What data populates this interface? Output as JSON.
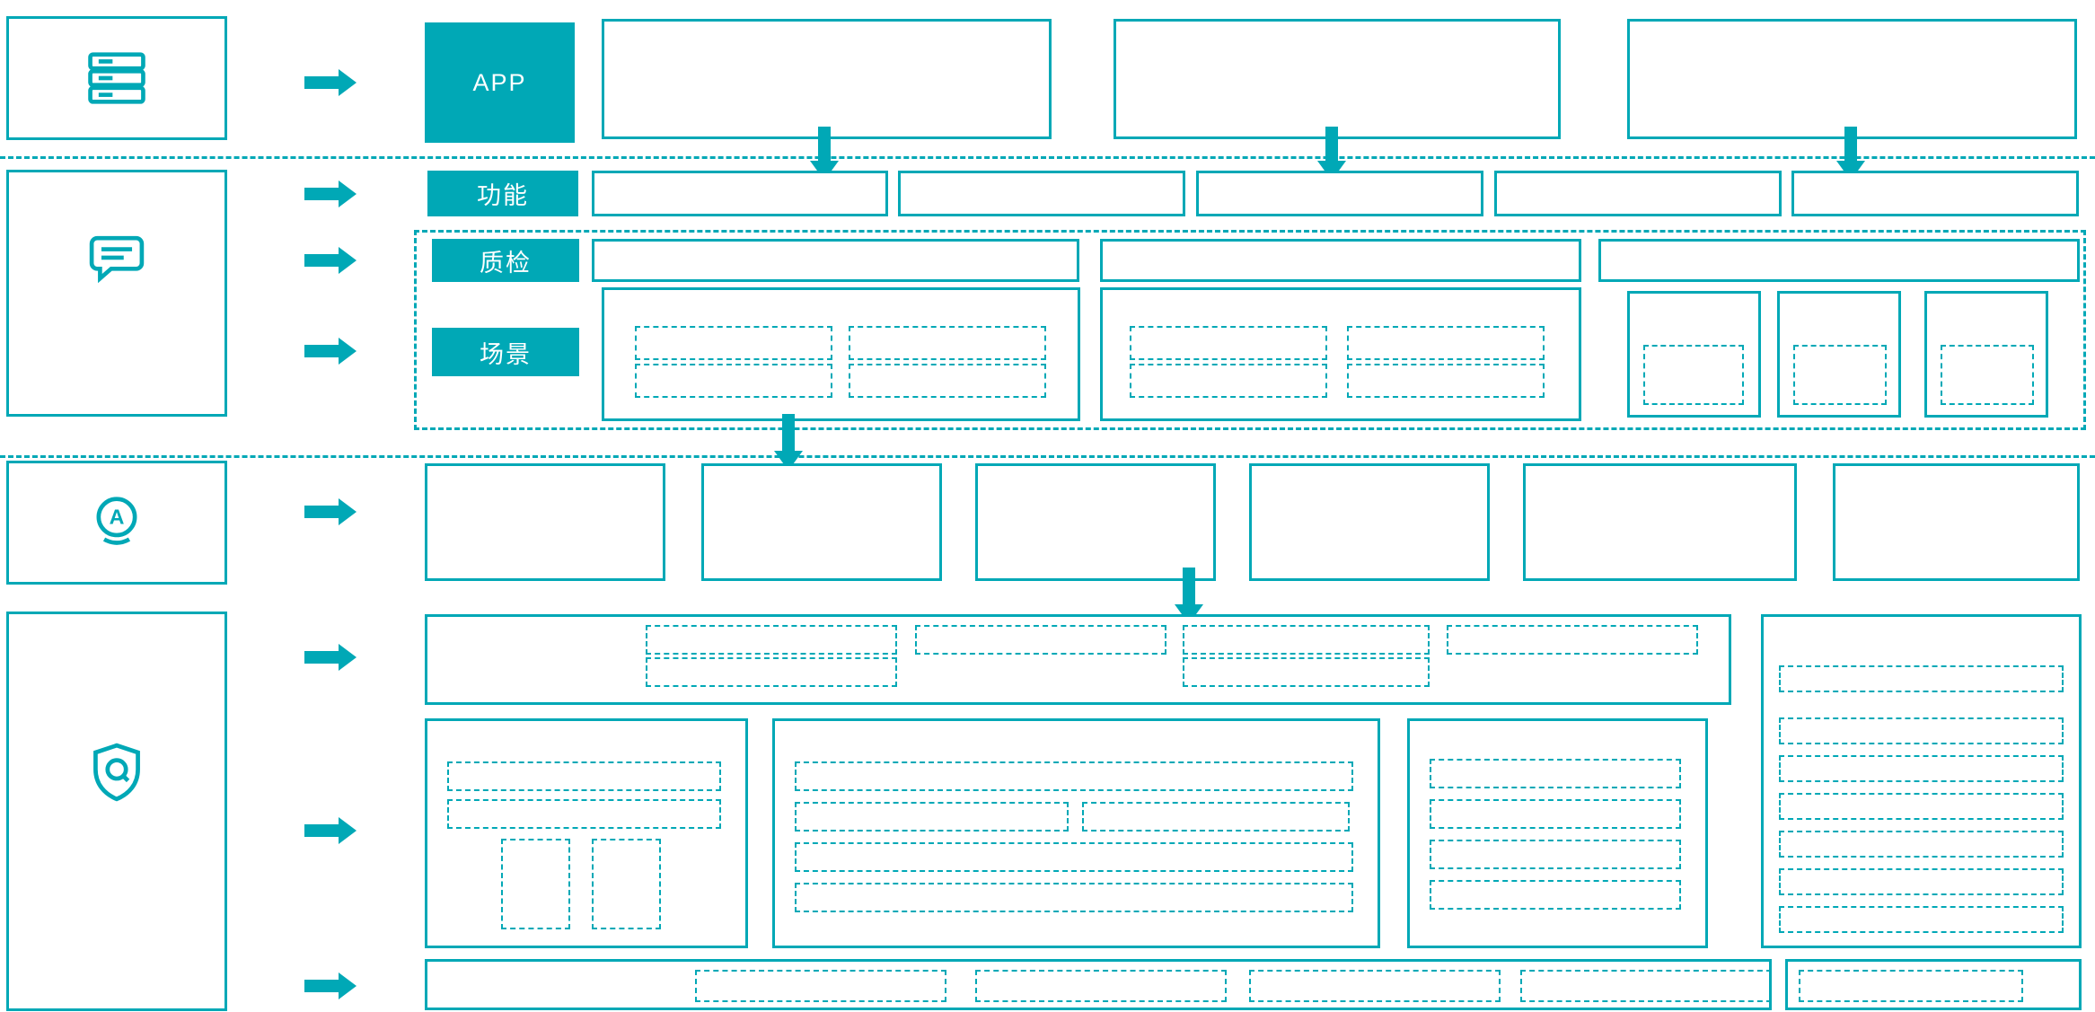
{
  "palette": {
    "accent": "#00a8b6",
    "surface": "#ffffff",
    "label_text": "#ffffff"
  },
  "labels": {
    "app": "APP",
    "function": "功能",
    "quality": "质检",
    "scene": "场景"
  },
  "icons": {
    "panel_1": "server-stack-icon",
    "panel_2": "chat-bubble-icon",
    "panel_3": "ai-assistant-icon",
    "panel_4": "quality-shield-icon"
  }
}
